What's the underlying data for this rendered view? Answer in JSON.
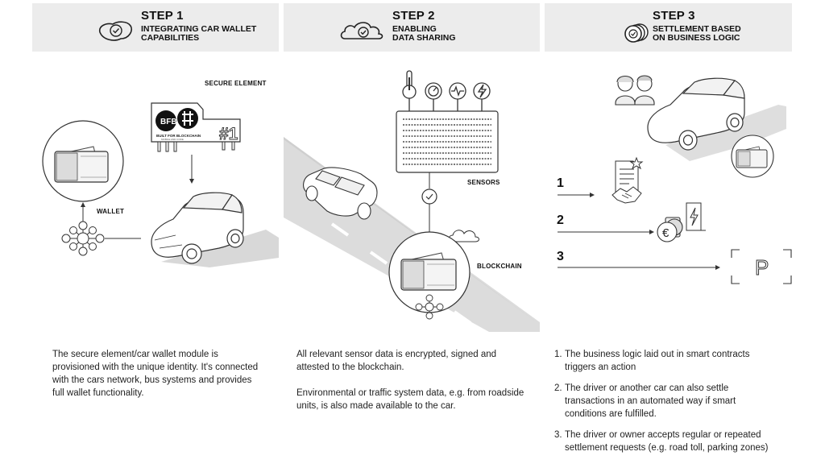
{
  "steps": [
    {
      "title": "STEP 1",
      "subtitle": "INTEGRATING CAR WALLET\nCAPABILITIES",
      "labels": {
        "secure_element": "SECURE ELEMENT",
        "wallet": "WALLET"
      },
      "chip": {
        "logo": "BFB",
        "text1": "BUILT FOR BLOCKCHAIN",
        "text2": "MOBILE AND CODE",
        "mark": "#1"
      },
      "description": "The secure element/car wallet module is provisioned with the unique identity. It's connected with the cars network, bus systems and provides full wallet functionality."
    },
    {
      "title": "STEP 2",
      "subtitle": "ENABLING\nDATA SHARING",
      "labels": {
        "sensors": "SENSORS",
        "blockchain": "BLOCKCHAIN"
      },
      "paragraphs": [
        "All relevant sensor data is encrypted, signed and attested to the blockchain.",
        "Environmental or traffic system data, e.g. from roadside units, is also made available to the car."
      ]
    },
    {
      "title": "STEP 3",
      "subtitle": "SETTLEMENT BASED\nON BUSINESS LOGIC",
      "numbers": [
        "1",
        "2",
        "3"
      ],
      "parking_letter": "P",
      "currency_symbol": "€",
      "items": [
        {
          "n": "1.",
          "text": "The business logic laid out in smart contracts triggers an action"
        },
        {
          "n": "2.",
          "text": "The driver or another car can also settle transactions in an automated way if smart conditions are fulfilled."
        },
        {
          "n": "3.",
          "text": "The driver or owner accepts regular or repeated settlement requests (e.g. road toll, parking zones)"
        }
      ]
    }
  ],
  "icons": [
    "shield-check-icon",
    "cloud-check-icon",
    "coin-stack-icon",
    "thermometer-icon",
    "gauge-icon",
    "pulse-icon",
    "lightning-icon",
    "check-icon",
    "handshake-icon",
    "euro-coin-icon",
    "charging-station-icon",
    "parking-icon"
  ]
}
